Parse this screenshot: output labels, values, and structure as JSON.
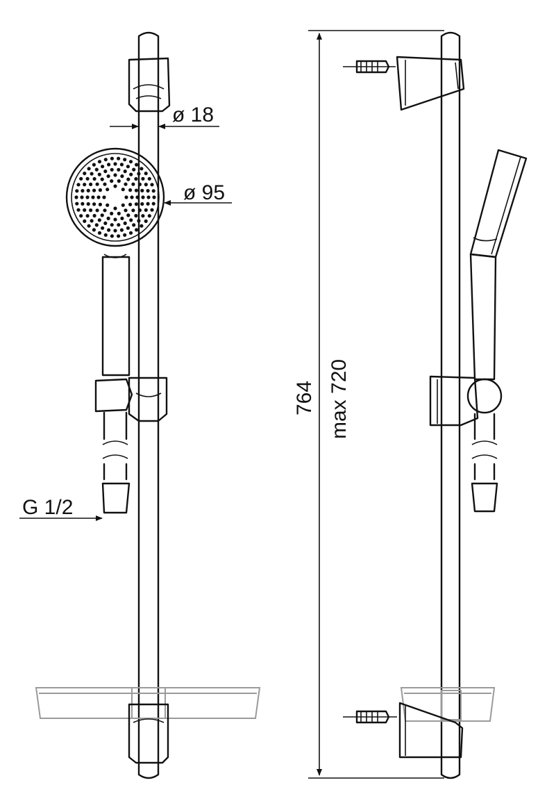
{
  "front_view": {
    "rail_diameter": "ø 18",
    "head_diameter": "ø 95",
    "hose_connection": "G 1/2"
  },
  "side_view": {
    "total_height": "764",
    "max_fixing_distance": "max 720"
  },
  "colors": {
    "line": "#111111",
    "shelf": "#9a9a9a",
    "background": "#ffffff"
  }
}
